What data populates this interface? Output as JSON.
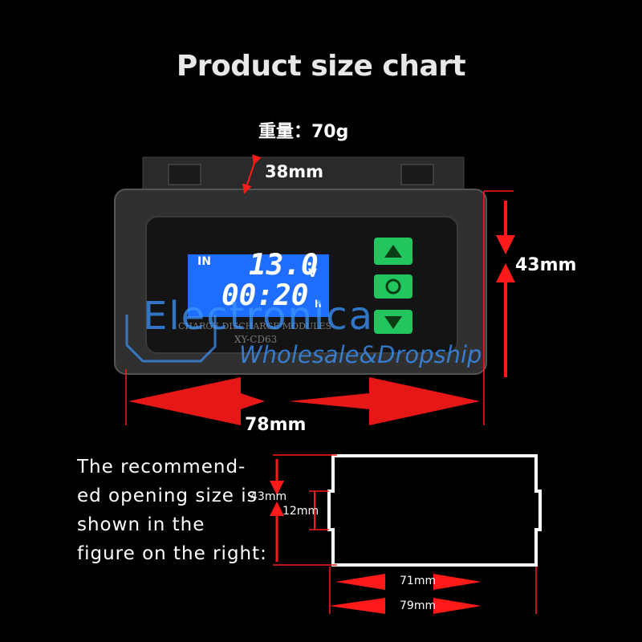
{
  "title": "Product size chart",
  "weight": "重量：70g",
  "dimensions": {
    "depth": "38mm",
    "height": "43mm",
    "width": "78mm",
    "opening_height": "43mm",
    "opening_notch": "12mm",
    "opening_inner_width": "71mm",
    "opening_outer_width": "79mm"
  },
  "display": {
    "mode": "IN",
    "voltage": "13.0",
    "voltage_unit": "V",
    "time": "00:20",
    "time_unit": "h",
    "module_name": "CHARGE DISCHARGE MODULES",
    "module_code": "XY-CD63"
  },
  "note": "The recommend-ed opening size is shown in the figure on the right:",
  "watermark": {
    "brand": "Electronica",
    "tagline": "Wholesale&Dropship"
  },
  "colors": {
    "arrow": "#ff1a1a",
    "lcd": "#1e6dff",
    "button": "#22c55e",
    "watermark": "#3c96ff"
  }
}
